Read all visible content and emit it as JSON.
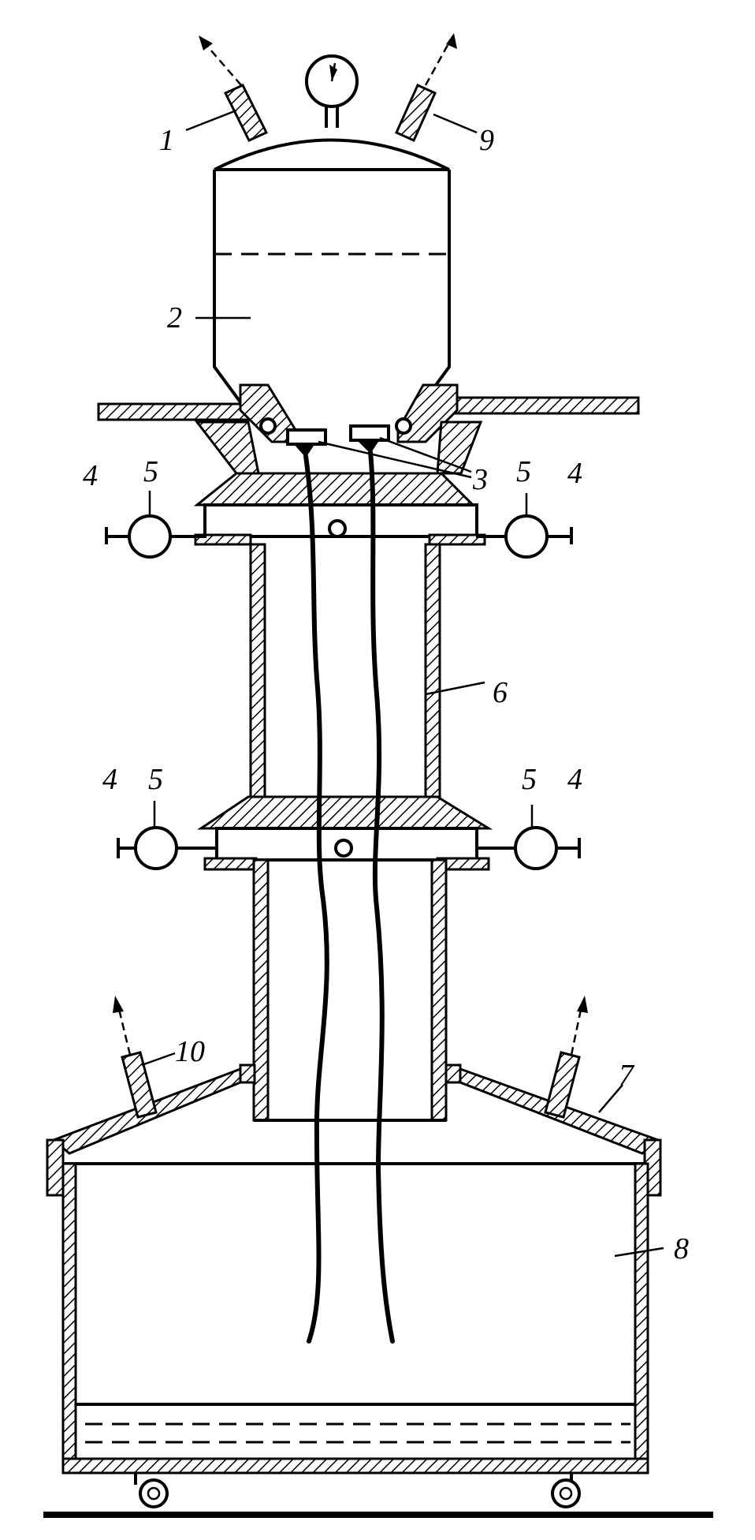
{
  "labels": {
    "l1": "1",
    "l2": "2",
    "l3": "3",
    "l4a": "4",
    "l4b": "4",
    "l4c": "4",
    "l4d": "4",
    "l5a": "5",
    "l5b": "5",
    "l5c": "5",
    "l5d": "5",
    "l6": "6",
    "l7": "7",
    "l8": "8",
    "l9": "9",
    "l10": "10"
  }
}
